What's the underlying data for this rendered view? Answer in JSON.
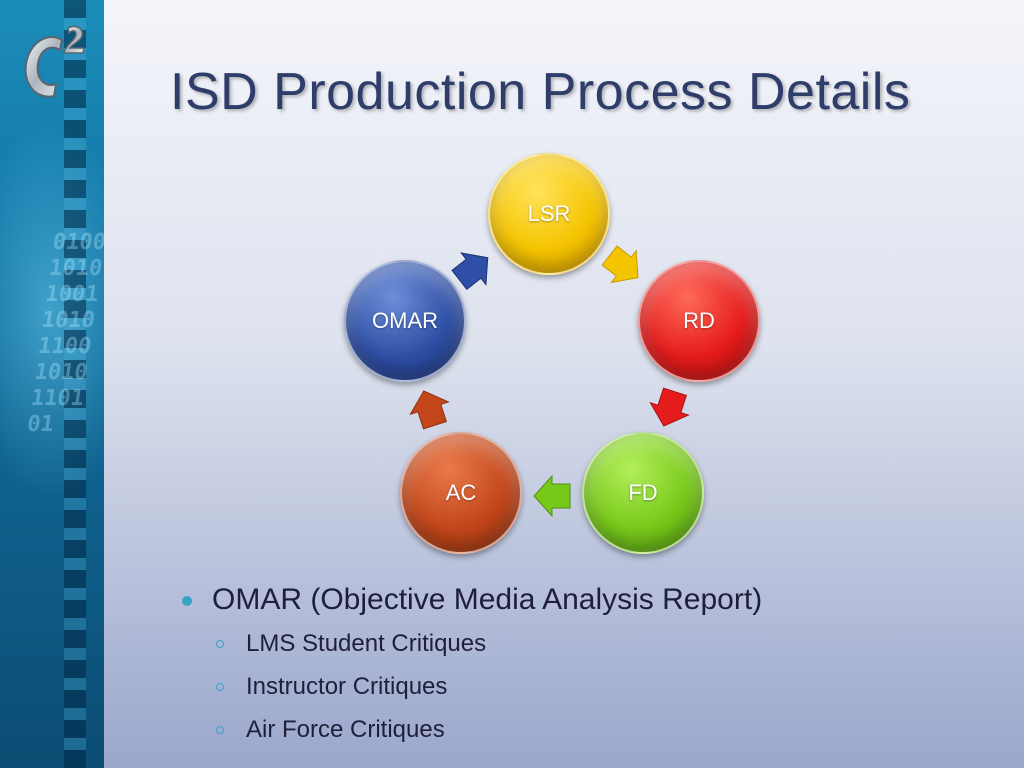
{
  "slide": {
    "title": "ISD Production Process Details",
    "logo": {
      "text": "C",
      "superscript": "2",
      "icon": "c-squared-logo"
    },
    "cycle": {
      "nodes": [
        {
          "id": "lsr",
          "label": "LSR",
          "color": "#f5c400"
        },
        {
          "id": "rd",
          "label": "RD",
          "color": "#e51c1c"
        },
        {
          "id": "fd",
          "label": "FD",
          "color": "#78c81a"
        },
        {
          "id": "ac",
          "label": "AC",
          "color": "#c2461a"
        },
        {
          "id": "omar",
          "label": "OMAR",
          "color": "#2e4fa5"
        }
      ]
    },
    "bullets": {
      "main": "OMAR (Objective Media Analysis Report)",
      "sub": [
        "LMS Student Critiques",
        "Instructor Critiques",
        "Air Force Critiques"
      ]
    }
  }
}
